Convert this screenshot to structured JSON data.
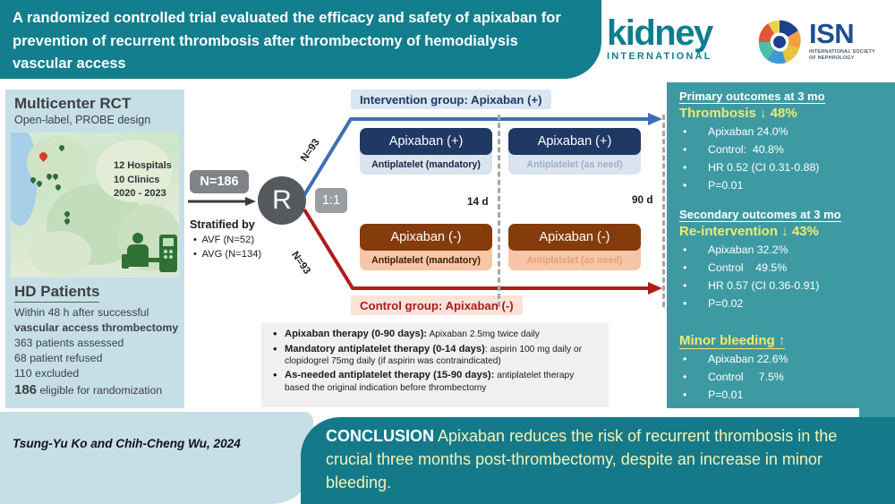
{
  "header": {
    "title": "A randomized controlled trial evaluated the efficacy and safety of apixaban for prevention of recurrent thrombosis after thrombectomy of hemodialysis vascular access",
    "journal_logo": {
      "word": "kidney",
      "subtitle": "INTERNATIONAL"
    },
    "society_logo": {
      "abbr": "ISN",
      "full_line1": "INTERNATIONAL SOCIETY",
      "full_line2": "OF NEPHROLOGY"
    }
  },
  "left_panel": {
    "title": "Multicenter RCT",
    "subtitle": "Open-label, PROBE design",
    "map_labels": [
      "12 Hospitals",
      "10 Clinics",
      "2020 - 2023"
    ],
    "patients_title": "HD Patients",
    "patient_lines": [
      "Within 48 h after successful",
      "vascular access thrombectomy",
      "363 patients assessed",
      "68 patient refused",
      "110 excluded"
    ],
    "eligible_number": "186",
    "eligible_text": " eligible for randomization"
  },
  "randomization": {
    "n_total": "N=186",
    "r_label": "R",
    "ratio": "1:1",
    "stratified_title": "Stratified by",
    "strata": [
      "AVF (N=52)",
      "AVG (N=134)"
    ],
    "arm_n_top": "N=93",
    "arm_n_bottom": "N=93"
  },
  "arms": {
    "intervention_label": "Intervention group: Apixaban (+)",
    "control_label": "Control group: Apixaban (-)",
    "timeline": {
      "mid": "14 d",
      "end": "90 d"
    },
    "boxes": [
      {
        "drug": "Apixaban (+)",
        "antiplatelet": "Antiplatelet (mandatory)"
      },
      {
        "drug": "Apixaban (+)",
        "antiplatelet": "Antiplatelet (as need)"
      },
      {
        "drug": "Apixaban (-)",
        "antiplatelet": "Antiplatelet (mandatory)"
      },
      {
        "drug": "Apixaban (-)",
        "antiplatelet": "Antiplatelet (as need)"
      }
    ]
  },
  "therapy": {
    "items": [
      {
        "bold": "Apixaban therapy (0-90 days):",
        "rest": " Apixaban 2.5mg twice daily"
      },
      {
        "bold": "Mandatory antiplatelet therapy (0-14 days)",
        "rest": ": aspirin 100 mg daily or clopidogrel 75mg daily (if aspirin was contraindicated)"
      },
      {
        "bold": "As-needed antiplatelet therapy (15-90 days):",
        "rest": " antiplatelet therapy based the original indication before thrombectomy"
      }
    ]
  },
  "results": {
    "primary": {
      "heading": "Primary outcomes at 3 mo",
      "outcome": "Thrombosis  ↓ 48%",
      "items": [
        "Apixaban 24.0%",
        "Control:  40.8%",
        "HR 0.52 (CI 0.31-0.88)",
        "P=0.01"
      ]
    },
    "secondary": {
      "heading": "Secondary outcomes at 3 mo",
      "outcome": "Re-intervention  ↓ 43%",
      "items": [
        "Apixaban 32.2%",
        "Control    49.5%",
        "HR 0.57 (CI 0.36-0.91)",
        "P=0.02"
      ]
    },
    "bleeding": {
      "outcome": "Minor bleeding  ↑",
      "items": [
        "Apixaban 22.6%",
        "Control     7.5%",
        "P=0.01"
      ]
    }
  },
  "footer": {
    "authors": "Tsung-Yu Ko and Chih-Cheng Wu, 2024",
    "conclusion_label": "CONCLUSION",
    "conclusion_text": "  Apixaban reduces the risk of recurrent thrombosis in the crucial three months post-thrombectomy, despite an increase in minor bleeding."
  },
  "colors": {
    "header_teal": "#137e8d",
    "panel_light_blue": "#c6dfe6",
    "results_teal": "#3d9aa3",
    "intervention_navy": "#1f3864",
    "control_brown": "#843c0c",
    "accent_yellow": "#f2e96b"
  }
}
